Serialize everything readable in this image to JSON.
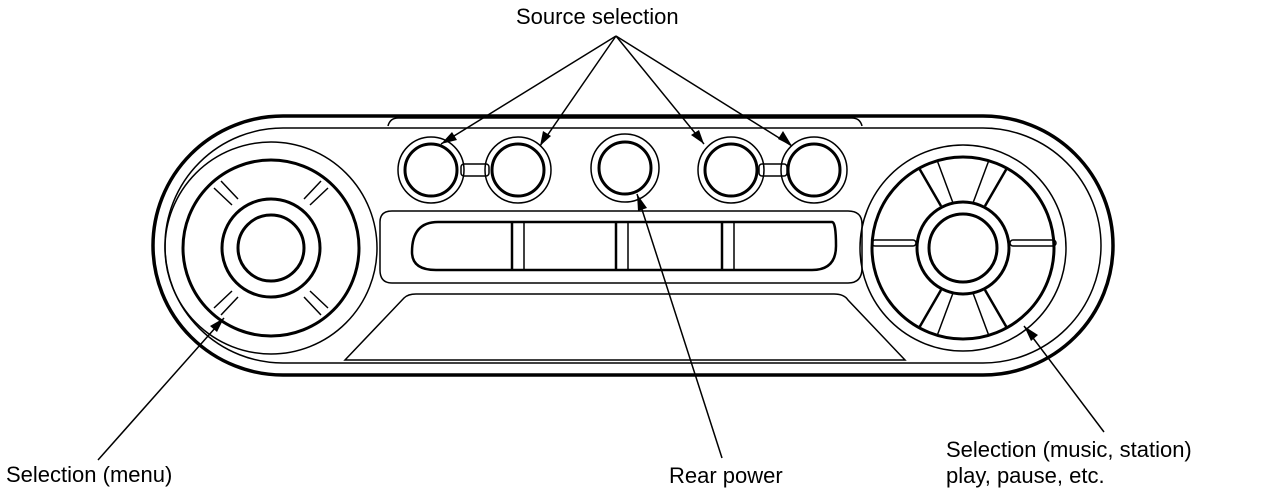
{
  "labels": {
    "source_selection": "Source selection",
    "selection_menu": "Selection (menu)",
    "rear_power": "Rear power",
    "selection_music_line1": "Selection (music, station)",
    "selection_music_line2": "play, pause, etc."
  },
  "colors": {
    "stroke": "#000000",
    "background": "#ffffff"
  }
}
